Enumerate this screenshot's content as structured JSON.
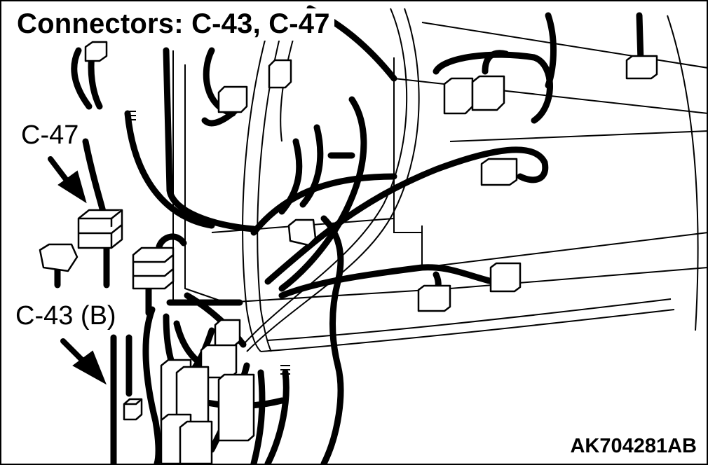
{
  "title": "Connectors: C-43, C-47",
  "callouts": {
    "c47": "C-47",
    "c43": "C-43 (B)"
  },
  "reference_code": "AK704281AB",
  "colors": {
    "ink": "#000000",
    "paper": "#ffffff"
  }
}
